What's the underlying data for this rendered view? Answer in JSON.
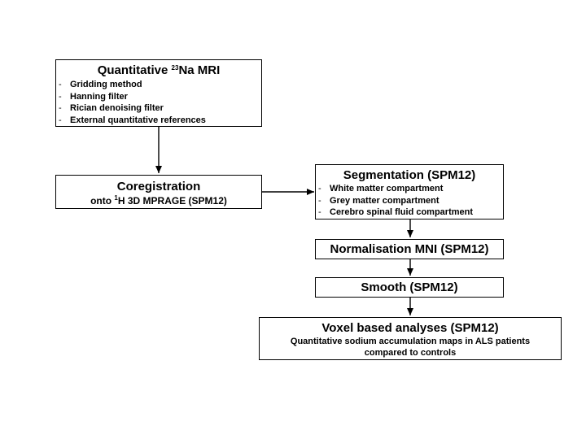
{
  "boxes": {
    "mri": {
      "title_pre": "Quantitative ",
      "title_sup": "23",
      "title_post": "Na MRI",
      "items": [
        "Gridding method",
        "Hanning filter",
        "Rician denoising filter",
        "External quantitative references"
      ]
    },
    "coreg": {
      "title": "Coregistration",
      "sub_pre": "onto ",
      "sub_sup": "1",
      "sub_post": "H 3D MPRAGE (SPM12)"
    },
    "seg": {
      "title": "Segmentation (SPM12)",
      "items": [
        "White matter compartment",
        "Grey matter compartment",
        "Cerebro spinal fluid compartment"
      ]
    },
    "norm": {
      "title": "Normalisation MNI (SPM12)"
    },
    "smooth": {
      "title": "Smooth (SPM12)"
    },
    "vba": {
      "title": "Voxel based analyses (SPM12)",
      "line1": "Quantitative sodium accumulation maps in ALS patients",
      "line2": "compared to controls"
    }
  },
  "bullet_char": "-"
}
